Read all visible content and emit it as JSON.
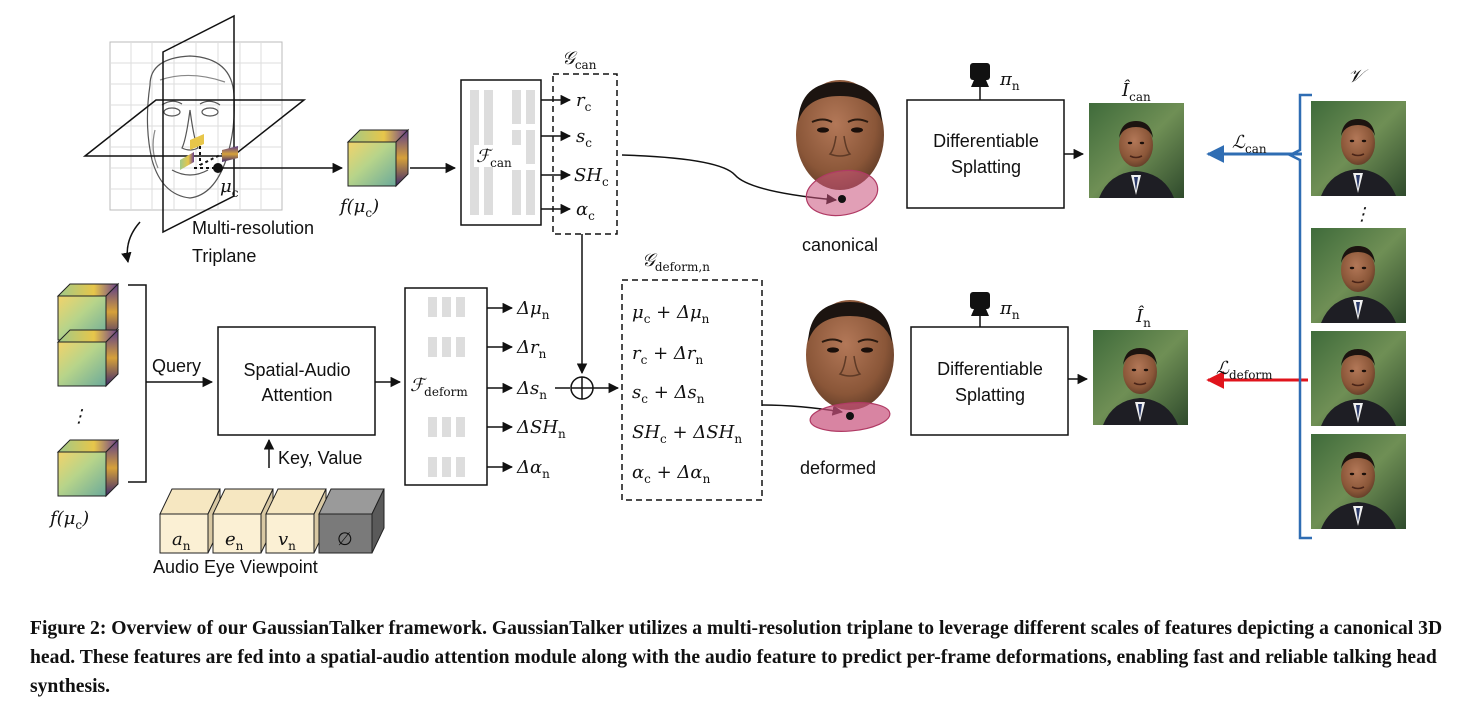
{
  "diagram": {
    "triplane_label_line1": "Multi-resolution",
    "triplane_label_line2": "Triplane",
    "mu": "μ",
    "mu_sub": "c",
    "feature_label": "f(μ",
    "feature_label_sub": "c",
    "feature_label_close": ")",
    "g_can": "𝒢",
    "g_can_sub": "can",
    "f_can": "ℱ",
    "f_can_sub": "can",
    "can_outputs": [
      {
        "sym": "r",
        "sub": "c"
      },
      {
        "sym": "s",
        "sub": "c"
      },
      {
        "sym": "SH",
        "sub": "c"
      },
      {
        "sym": "α",
        "sub": "c"
      }
    ],
    "query_label": "Query",
    "attention_line1": "Spatial-Audio",
    "attention_line2": "Attention",
    "key_value_label": "Key, Value",
    "f_deform": "ℱ",
    "f_deform_sub": "deform",
    "deform_outputs": [
      {
        "sym": "Δμ",
        "sub": "n"
      },
      {
        "sym": "Δr",
        "sub": "n"
      },
      {
        "sym": "Δs",
        "sub": "n"
      },
      {
        "sym": "ΔSH",
        "sub": "n"
      },
      {
        "sym": "Δα",
        "sub": "n"
      }
    ],
    "g_deform": "𝒢",
    "g_deform_sub": "deform,n",
    "deform_sums": [
      {
        "a": "μ",
        "asub": "c",
        "b": " + Δμ",
        "bsub": "n"
      },
      {
        "a": "r",
        "asub": "c",
        "b": " + Δr",
        "bsub": "n"
      },
      {
        "a": "s",
        "asub": "c",
        "b": " + Δs",
        "bsub": "n"
      },
      {
        "a": "SH",
        "asub": "c",
        "b": " + ΔSH",
        "bsub": "n"
      },
      {
        "a": "α",
        "asub": "c",
        "b": " + Δα",
        "bsub": "n"
      }
    ],
    "input_tokens": [
      {
        "sym": "a",
        "sub": "n"
      },
      {
        "sym": "e",
        "sub": "n"
      },
      {
        "sym": "v",
        "sub": "n"
      },
      {
        "sym": "∅",
        "sub": ""
      }
    ],
    "input_labels": "Audio Eye Viewpoint",
    "canonical_label": "canonical",
    "deformed_label": "deformed",
    "splat_line1": "Differentiable",
    "splat_line2": "Splatting",
    "pi": "π",
    "pi_sub": "n",
    "i_can": "Î",
    "i_can_sub": "can",
    "i_n": "Î",
    "i_n_sub": "n",
    "l_can": "ℒ",
    "l_can_sub": "can",
    "l_deform": "ℒ",
    "l_deform_sub": "deform",
    "video_set": "𝒱",
    "vdots": "⋮",
    "cube_dots": "⋮"
  },
  "colors": {
    "loss_can_arrow": "#2f6db3",
    "loss_deform_arrow": "#e0141c",
    "brace": "#2f6db3",
    "mouth_region": "#c8507a"
  },
  "caption": "Figure 2: Overview of our GaussianTalker framework. GaussianTalker utilizes a multi-resolution triplane to leverage different scales of features depicting a canonical 3D head. These features are fed into a spatial-audio attention module along with the audio feature to predict per-frame deformations, enabling fast and reliable talking head synthesis."
}
